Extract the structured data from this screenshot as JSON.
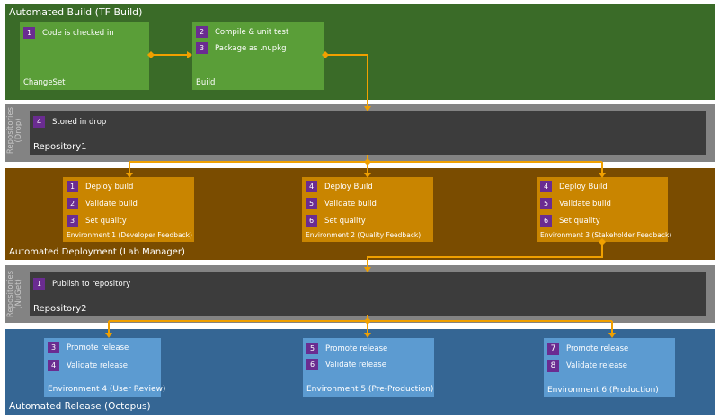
{
  "colors": {
    "build_band": "#3a6b28",
    "build_box": "#5a9e38",
    "repo_band": "#838383",
    "repo_box": "#3c3c3c",
    "deploy_band": "#7a4c00",
    "deploy_box": "#c98500",
    "release_band": "#356694",
    "release_box": "#5c9bd1",
    "badge": "#6a2c91",
    "connector": "#f0a000"
  },
  "build_band": {
    "title": "Automated Build (TF Build)",
    "changeset": {
      "title": "ChangeSet",
      "items": [
        {
          "num": "1",
          "label": "Code is checked in"
        }
      ]
    },
    "build": {
      "title": "Build",
      "items": [
        {
          "num": "2",
          "label": "Compile & unit test"
        },
        {
          "num": "3",
          "label": "Package as .nupkg"
        }
      ]
    }
  },
  "repo1_band": {
    "side_label": "Repositories (Drop)",
    "box": {
      "title": "Repository1",
      "items": [
        {
          "num": "4",
          "label": "Stored in drop"
        }
      ]
    }
  },
  "deploy_band": {
    "title": "Automated Deployment (Lab Manager)",
    "env1": {
      "title": "Environment 1 (Developer Feedback)",
      "items": [
        {
          "num": "1",
          "label": "Deploy build"
        },
        {
          "num": "2",
          "label": "Validate build"
        },
        {
          "num": "3",
          "label": "Set quality"
        }
      ]
    },
    "env2": {
      "title": "Environment 2 (Quality Feedback)",
      "items": [
        {
          "num": "4",
          "label": "Deploy Build"
        },
        {
          "num": "5",
          "label": "Validate build"
        },
        {
          "num": "6",
          "label": "Set quality"
        }
      ]
    },
    "env3": {
      "title": "Environment 3 (Stakeholder Feedback)",
      "items": [
        {
          "num": "4",
          "label": "Deploy Build"
        },
        {
          "num": "5",
          "label": "Validate build"
        },
        {
          "num": "6",
          "label": "Set quality"
        }
      ]
    }
  },
  "repo2_band": {
    "side_label": "Repositories (NuGet)",
    "box": {
      "title": "Repository2",
      "items": [
        {
          "num": "1",
          "label": "Publish to repository"
        }
      ]
    }
  },
  "release_band": {
    "title": "Automated Release (Octopus)",
    "env4": {
      "title": "Environment 4 (User Review)",
      "items": [
        {
          "num": "3",
          "label": "Promote release"
        },
        {
          "num": "4",
          "label": "Validate release"
        }
      ]
    },
    "env5": {
      "title": "Environment 5 (Pre-Production)",
      "items": [
        {
          "num": "5",
          "label": "Promote release"
        },
        {
          "num": "6",
          "label": "Validate release"
        }
      ]
    },
    "env6": {
      "title": "Environment 6 (Production)",
      "items": [
        {
          "num": "7",
          "label": "Promote release"
        },
        {
          "num": "8",
          "label": "Validate release"
        }
      ]
    }
  }
}
